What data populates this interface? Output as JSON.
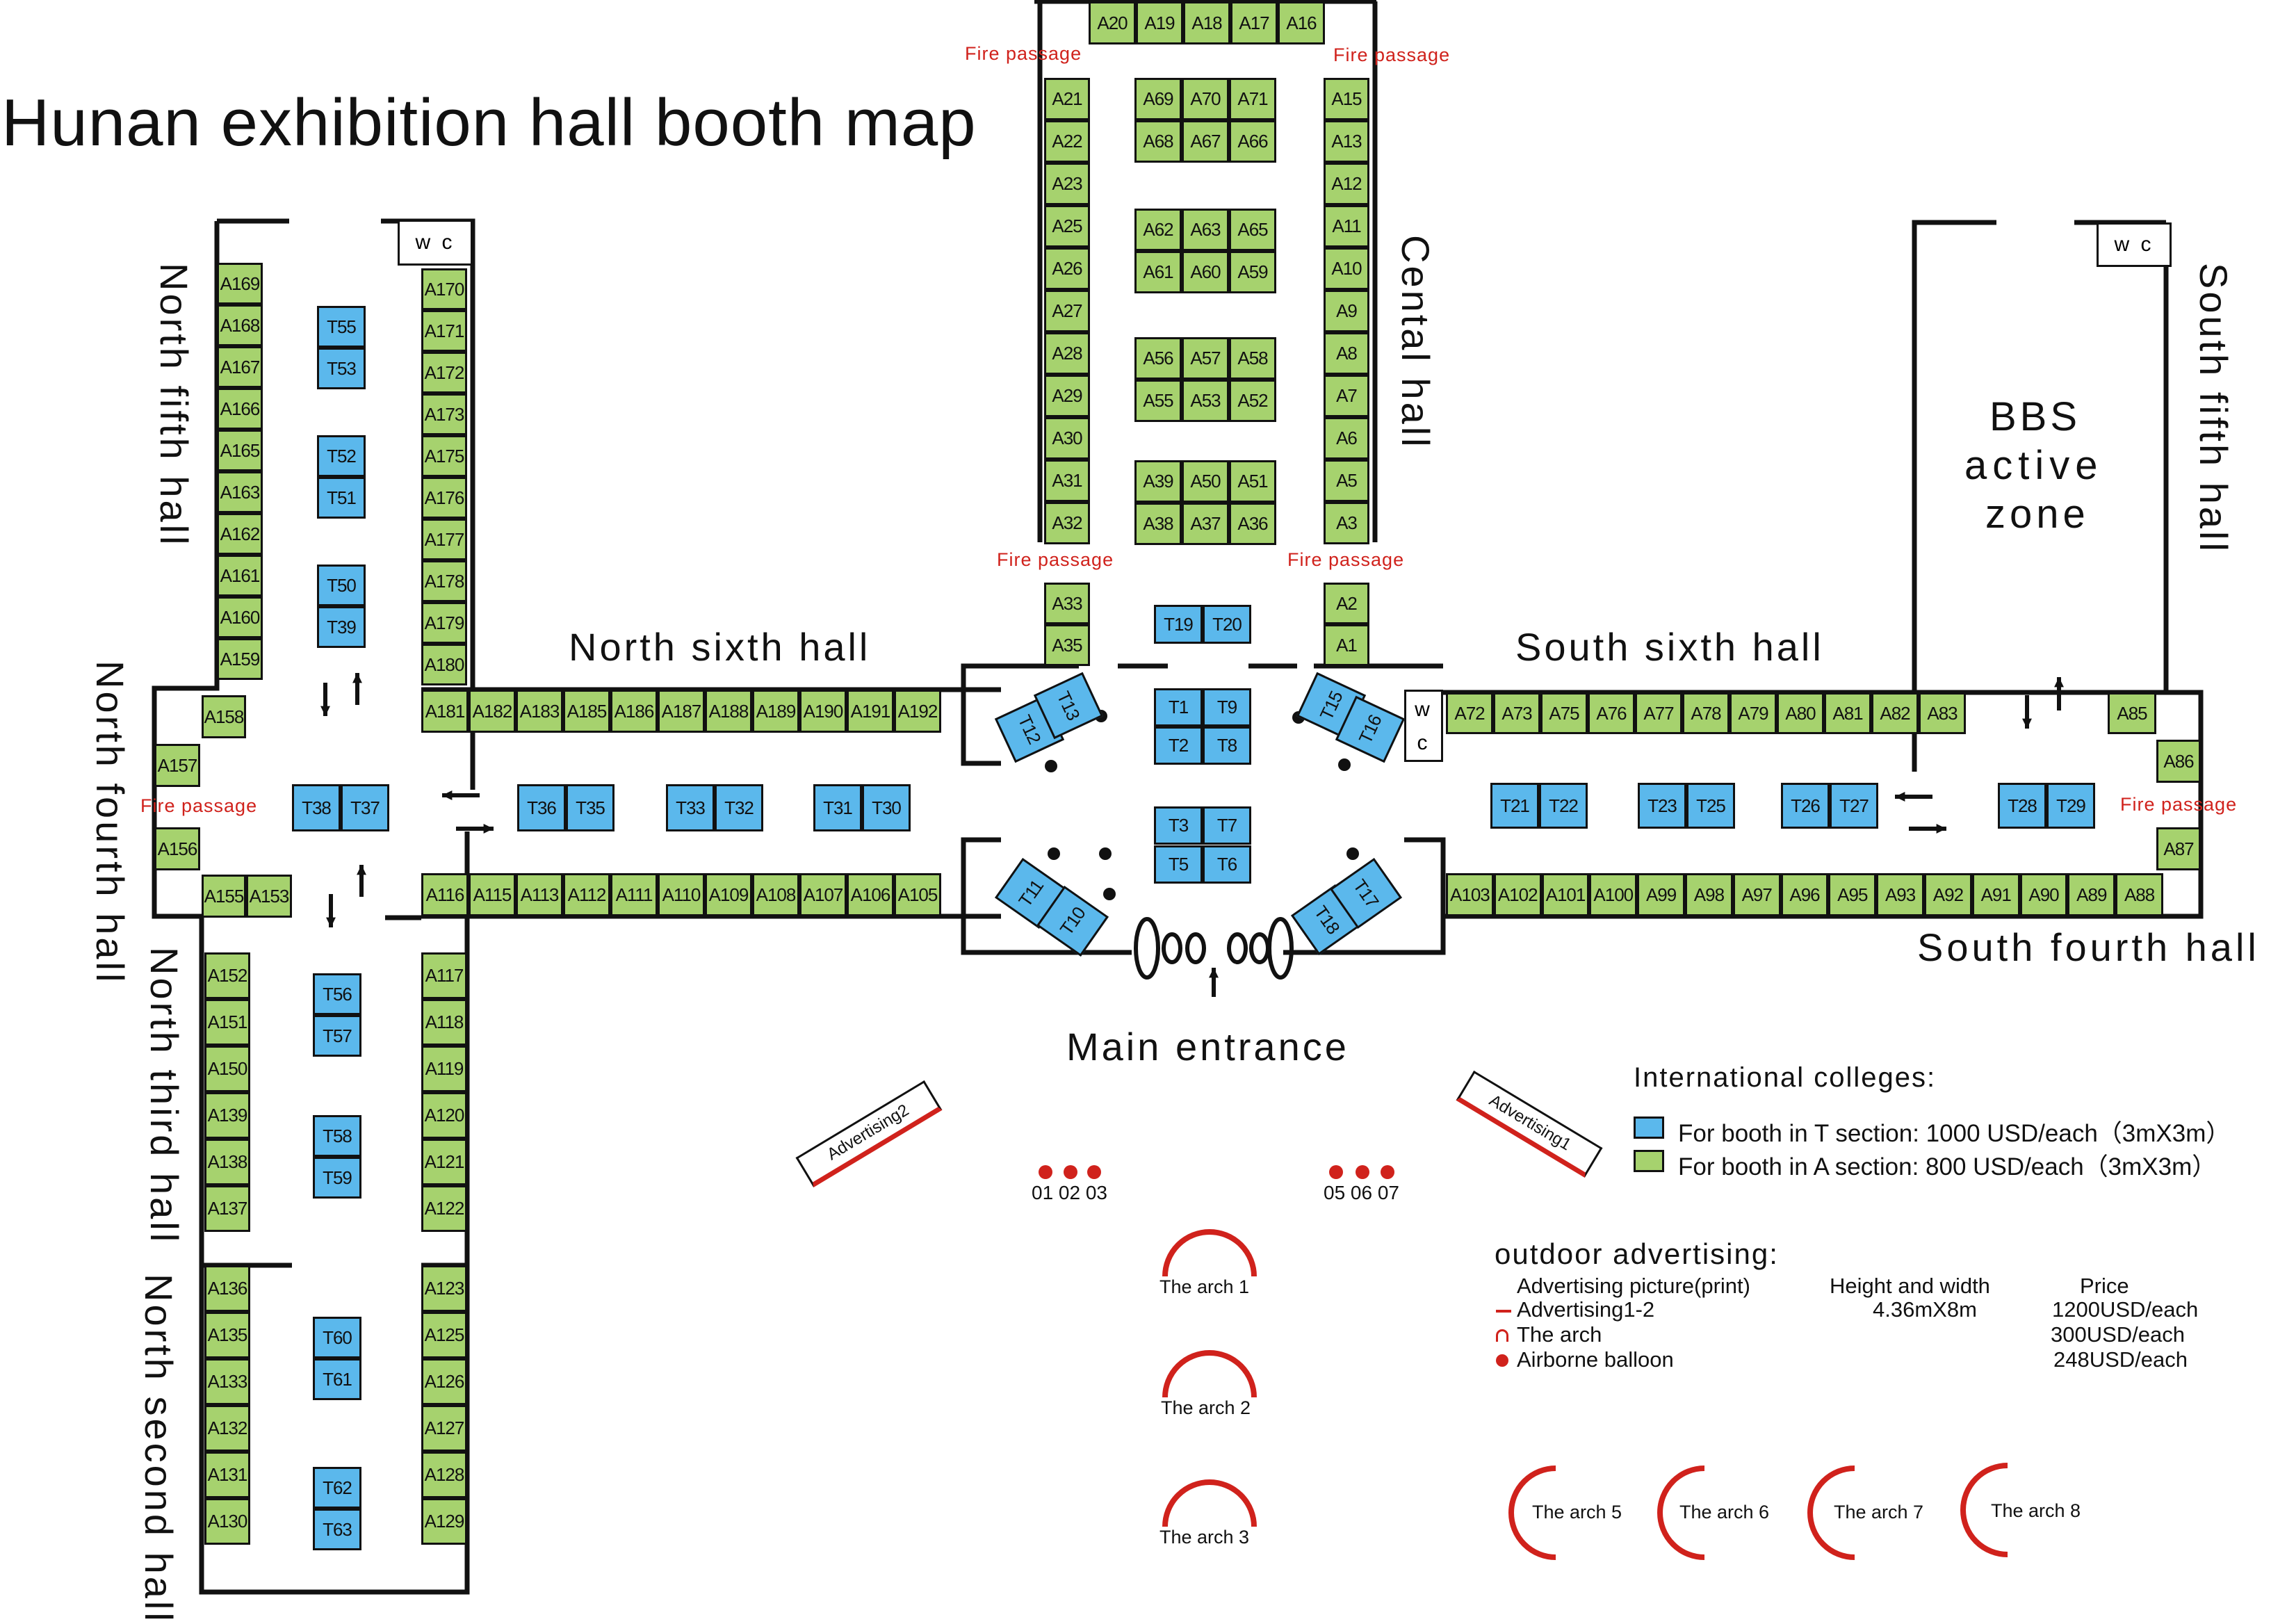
{
  "title": "Hunan exhibition hall booth map",
  "halls": {
    "north_fifth": "North fifth hall",
    "north_fourth": "North fourth hall",
    "north_third": "North third hall",
    "north_second": "North second hall",
    "north_sixth": "North sixth hall",
    "central": "Cental hall",
    "south_sixth": "South sixth hall",
    "south_fifth": "South fifth hall",
    "south_fourth": "South fourth hall",
    "main_entrance": "Main entrance"
  },
  "bbs": [
    "BBS",
    "active",
    "zone"
  ],
  "wc": [
    "w c",
    "w c",
    "w",
    "c"
  ],
  "fire_passage": "Fire passage",
  "advertising_boards": [
    "Advertising2",
    "Advertising1"
  ],
  "balloons": [
    "01 02 03",
    "05 06 07"
  ],
  "arches": [
    "The arch 1",
    "The arch 2",
    "The arch 3",
    "The arch 5",
    "The arch 6",
    "The arch 7",
    "The arch 8"
  ],
  "legend": {
    "heading": "International colleges:",
    "t_section": "For booth in T section: 1000  USD/each（3mX3m）",
    "a_section": "For booth in A section: 800  USD/each（3mX3m）",
    "t_color": "#5bb8ec",
    "a_color": "#a6d26e"
  },
  "outdoor": {
    "heading": "outdoor advertising:",
    "col_item": "Advertising picture(print)",
    "col_size": "Height and width",
    "col_price": "Price",
    "rows": [
      {
        "icon": "red-line-icon",
        "item": "Advertising1-2",
        "size": "4.36mX8m",
        "price": "1200USD/each"
      },
      {
        "icon": "arch-icon",
        "item": "The  arch",
        "size": "",
        "price": "300USD/each"
      },
      {
        "icon": "balloon-icon",
        "item": "Airborne balloon",
        "size": "",
        "price": "248USD/each"
      }
    ]
  },
  "booths": {
    "top_row": [
      "A20",
      "A19",
      "A18",
      "A17",
      "A16"
    ],
    "central_left": [
      "A21",
      "A22",
      "A23",
      "A25",
      "A26",
      "A27",
      "A28",
      "A29",
      "A30",
      "A31",
      "A32"
    ],
    "central_right": [
      "A15",
      "A13",
      "A12",
      "A11",
      "A10",
      "A9",
      "A8",
      "A7",
      "A6",
      "A5",
      "A3"
    ],
    "central_grid": [
      [
        "A69",
        "A70",
        "A71"
      ],
      [
        "A68",
        "A67",
        "A66"
      ],
      [
        "A62",
        "A63",
        "A65"
      ],
      [
        "A61",
        "A60",
        "A59"
      ],
      [
        "A56",
        "A57",
        "A58"
      ],
      [
        "A55",
        "A53",
        "A52"
      ],
      [
        "A39",
        "A50",
        "A51"
      ],
      [
        "A38",
        "A37",
        "A36"
      ]
    ],
    "central_lower_left": [
      "A33",
      "A35"
    ],
    "central_lower_right": [
      "A2",
      "A1"
    ],
    "t_center_top": [
      "T19",
      "T20"
    ],
    "t_center_mid": [
      [
        "T1",
        "T9"
      ],
      [
        "T2",
        "T8"
      ]
    ],
    "t_center_low": [
      [
        "T3",
        "T7"
      ],
      [
        "T5",
        "T6"
      ]
    ],
    "t_diagonal": [
      "T12",
      "T13",
      "T15",
      "T16",
      "T11",
      "T10",
      "T18",
      "T17"
    ],
    "north_sixth_top": [
      "A181",
      "A182",
      "A183",
      "A185",
      "A186",
      "A187",
      "A188",
      "A189",
      "A190",
      "A191",
      "A192"
    ],
    "north_sixth_bottom": [
      "A116",
      "A115",
      "A113",
      "A112",
      "A111",
      "A110",
      "A109",
      "A108",
      "A107",
      "A106",
      "A105"
    ],
    "north_sixth_t": [
      [
        "T36",
        "T35"
      ],
      [
        "T33",
        "T32"
      ],
      [
        "T31",
        "T30"
      ]
    ],
    "north_fifth_left": [
      "A169",
      "A168",
      "A167",
      "A166",
      "A165",
      "A163",
      "A162",
      "A161",
      "A160",
      "A159"
    ],
    "north_fifth_right": [
      "A170",
      "A171",
      "A172",
      "A173",
      "A175",
      "A176",
      "A177",
      "A178",
      "A179",
      "A180"
    ],
    "north_fifth_t": [
      [
        "T55",
        "T53"
      ],
      [
        "T52",
        "T51"
      ],
      [
        "T50",
        "T39"
      ]
    ],
    "north_fourth": [
      "A158",
      "A157",
      "A156",
      "A155",
      "A153"
    ],
    "north_fourth_t": [
      "T38",
      "T37"
    ],
    "north_third_left": [
      "A152",
      "A151",
      "A150",
      "A139",
      "A138",
      "A137"
    ],
    "north_third_right": [
      "A117",
      "A118",
      "A119",
      "A120",
      "A121",
      "A122"
    ],
    "north_third_t": [
      [
        "T56",
        "T57"
      ],
      [
        "T58",
        "T59"
      ]
    ],
    "north_second_left": [
      "A136",
      "A135",
      "A133",
      "A132",
      "A131",
      "A130"
    ],
    "north_second_right": [
      "A123",
      "A125",
      "A126",
      "A127",
      "A128",
      "A129"
    ],
    "north_second_t": [
      [
        "T60",
        "T61"
      ],
      [
        "T62",
        "T63"
      ]
    ],
    "south_sixth_top": [
      "A72",
      "A73",
      "A75",
      "A76",
      "A77",
      "A78",
      "A79",
      "A80",
      "A81",
      "A82",
      "A83"
    ],
    "south_sixth_bottom": [
      "A103",
      "A102",
      "A101",
      "A100",
      "A99",
      "A98",
      "A97",
      "A96",
      "A95",
      "A93",
      "A92",
      "A91",
      "A90",
      "A89",
      "A88"
    ],
    "south_sixth_t": [
      [
        "T21",
        "T22"
      ],
      [
        "T23",
        "T25"
      ],
      [
        "T26",
        "T27"
      ],
      [
        "T28",
        "T29"
      ]
    ],
    "south_end": [
      "A85",
      "A86",
      "A87"
    ]
  }
}
